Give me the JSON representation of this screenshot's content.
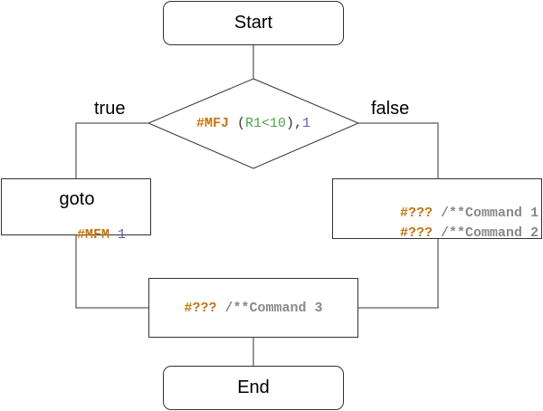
{
  "start": {
    "label": "Start"
  },
  "decision": {
    "keyword": "#MFJ",
    "open_paren": "(",
    "condition": "R1<10",
    "close_paren": "),",
    "target": "1",
    "true_label": "true",
    "false_label": "false"
  },
  "goto_box": {
    "title": "goto",
    "keyword": "#MFM",
    "value": "1"
  },
  "false_box": {
    "lines": [
      {
        "keyword": "#???",
        "comment": "/**Command 1"
      },
      {
        "keyword": "#???",
        "comment": "/**Command 2"
      }
    ]
  },
  "merge_box": {
    "keyword": "#???",
    "comment": "/**Command 3"
  },
  "end": {
    "label": "End"
  },
  "colors": {
    "keyword": "#c5740f",
    "comment": "#888888",
    "condition": "#4aa64a",
    "number": "#5b5bb5",
    "border": "#333333"
  }
}
